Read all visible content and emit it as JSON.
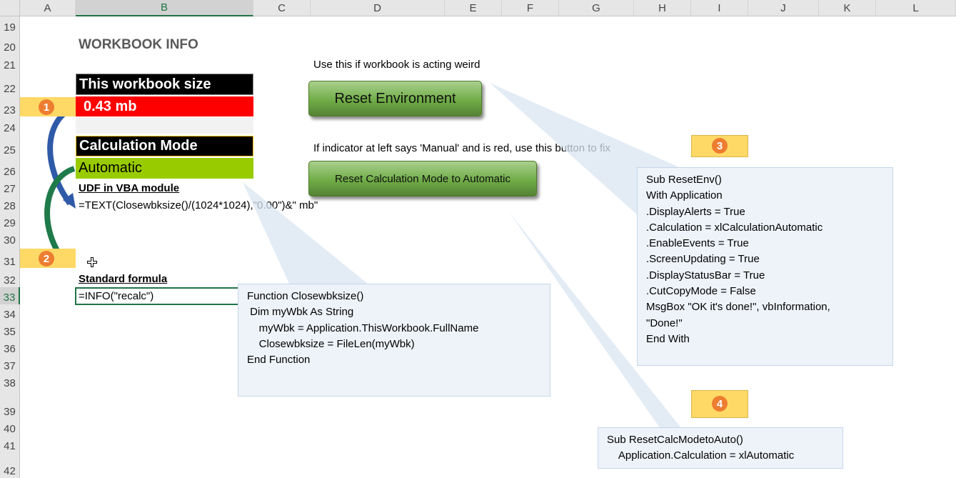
{
  "columns": [
    "A",
    "B",
    "C",
    "D",
    "E",
    "F",
    "G",
    "H",
    "I",
    "J",
    "K",
    "L"
  ],
  "rows": [
    "19",
    "20",
    "21",
    "22",
    "23",
    "24",
    "25",
    "26",
    "27",
    "28",
    "29",
    "30",
    "31",
    "32",
    "33",
    "34",
    "35",
    "36",
    "37",
    "38",
    "39",
    "40",
    "41",
    "42"
  ],
  "sheet": {
    "title": "WORKBOOK INFO",
    "size_header": "This workbook size",
    "size_value": "0.43 mb",
    "calc_header": "Calculation Mode",
    "calc_value": "Automatic",
    "udf_label": "UDF in VBA module",
    "udf_formula": "=TEXT(Closewbksize()/(1024*1024),\"0.00\")&\" mb\"",
    "std_label": "Standard formula",
    "std_formula": "=INFO(\"recalc\")",
    "note_reset": "Use this if workbook is acting weird",
    "note_calc": "If indicator at left says 'Manual' and is red, use this button to fix"
  },
  "buttons": {
    "reset_env": "Reset Environment",
    "reset_calc": "Reset Calculation Mode to Automatic"
  },
  "badges": [
    "1",
    "2",
    "3",
    "4"
  ],
  "code": {
    "closewbksize": [
      "Function Closewbksize()",
      " Dim myWbk As String",
      "    myWbk = Application.ThisWorkbook.FullName",
      "",
      "    Closewbksize = FileLen(myWbk)",
      "End Function"
    ],
    "resetenv": [
      "Sub ResetEnv()",
      "With Application",
      ".DisplayAlerts = True",
      ".Calculation = xlCalculationAutomatic",
      ".EnableEvents = True",
      ".ScreenUpdating = True",
      ".DisplayStatusBar = True",
      ".CutCopyMode = False",
      "MsgBox \"OK it's done!\", vbInformation,",
      "\"Done!\"",
      "End With"
    ],
    "resetcalc": [
      "Sub ResetCalcModetoAuto()",
      "    Application.Calculation = xlAutomatic"
    ]
  },
  "colors": {
    "accent": "#217346",
    "red": "#ff0000",
    "green": "#99cc00",
    "marker": "#ffd966",
    "badge": "#ed7d31"
  }
}
